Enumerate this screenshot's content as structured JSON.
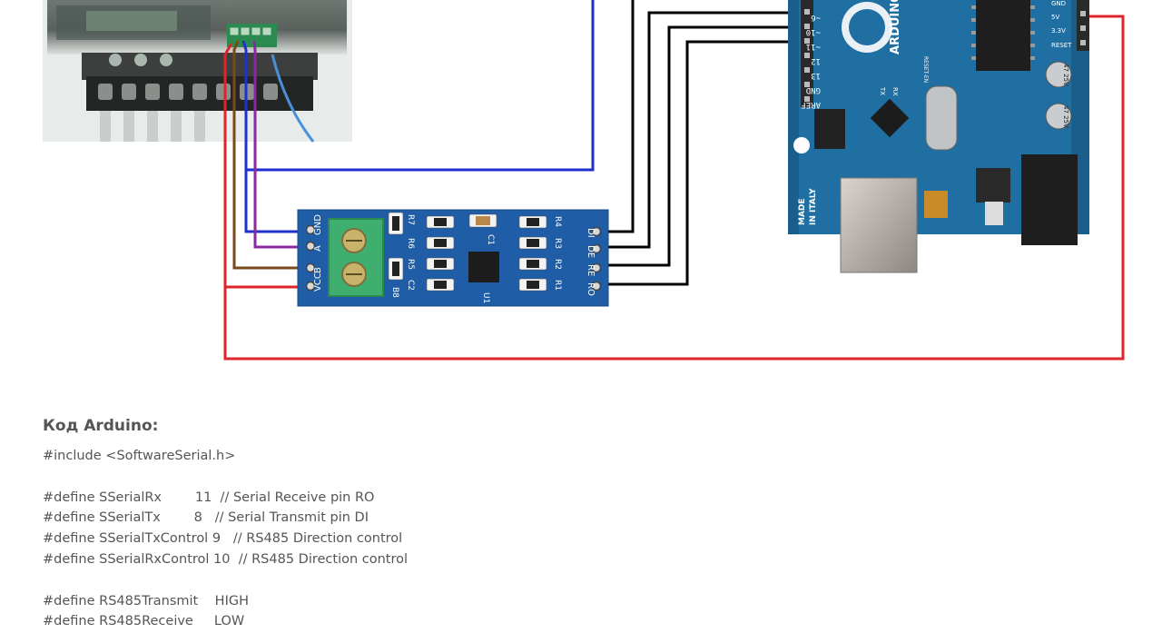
{
  "diagram": {
    "rs485_module": {
      "left_pins": [
        "GND",
        "A",
        "B",
        "VCC"
      ],
      "right_pins": [
        "DI",
        "DE",
        "RE",
        "RO"
      ],
      "components": [
        "R7",
        "R6",
        "R5",
        "C2",
        "B8",
        "C1",
        "R4",
        "R3",
        "R2",
        "R1",
        "U1"
      ]
    },
    "arduino": {
      "brand": "ARDUINO",
      "made_in": [
        "MADE",
        "IN ITALY"
      ],
      "digital_pins": [
        "~6",
        "~10",
        "~11",
        "12",
        "13",
        "GND",
        "AREF"
      ],
      "power_pins": [
        "GND",
        "5V",
        "3.3V",
        "RESET"
      ],
      "capacitor_text": "47 25V",
      "misc_labels": [
        "TX",
        "RX",
        "RESET-EN"
      ]
    },
    "wire_colors": {
      "red": "#e0242b",
      "blue": "#1f2fd0",
      "purple": "#8a2a9e",
      "brown": "#7a4a1a",
      "black": "#000000"
    }
  },
  "content": {
    "title": "Код Arduino:",
    "code_lines": [
      "#include <SoftwareSerial.h>",
      "",
      "#define SSerialRx        11  // Serial Receive pin RO",
      "#define SSerialTx        8   // Serial Transmit pin DI",
      "#define SSerialTxControl 9   // RS485 Direction control",
      "#define SSerialRxControl 10  // RS485 Direction control",
      "",
      "#define RS485Transmit    HIGH",
      "#define RS485Receive     LOW"
    ]
  }
}
